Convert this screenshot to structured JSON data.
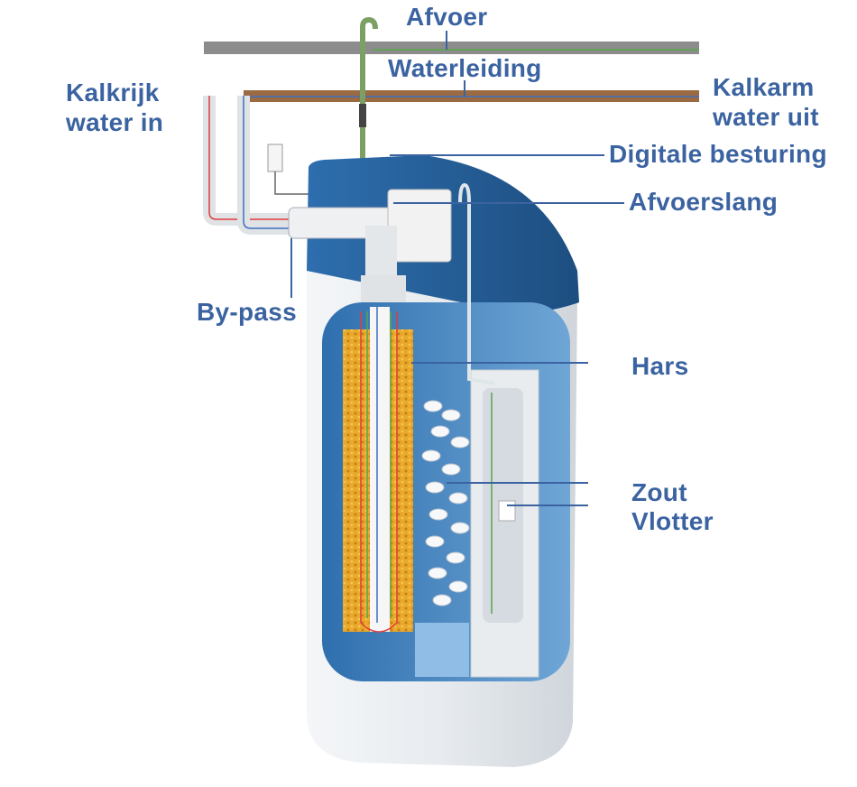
{
  "labels": {
    "afvoer": "Afvoer",
    "waterleiding": "Waterleiding",
    "kalkrijk_1": "Kalkrijk",
    "kalkrijk_2": "water in",
    "kalkarm_1": "Kalkarm",
    "kalkarm_2": "water uit",
    "digitale_besturing": "Digitale besturing",
    "afvoerslang": "Afvoerslang",
    "by_pass": "By-pass",
    "hars": "Hars",
    "zout": "Zout",
    "vlotter": "Vlotter"
  },
  "colors": {
    "label": "#3b63a1",
    "drain_pipe": "#8c8c8c",
    "water_pipe": "#9a6a42",
    "lid": "#2f6aa6",
    "resin": "#e9a92a",
    "hard_water": "#e23b3b",
    "soft_water": "#3f6fc0",
    "drain_flow": "#5aa64a"
  }
}
